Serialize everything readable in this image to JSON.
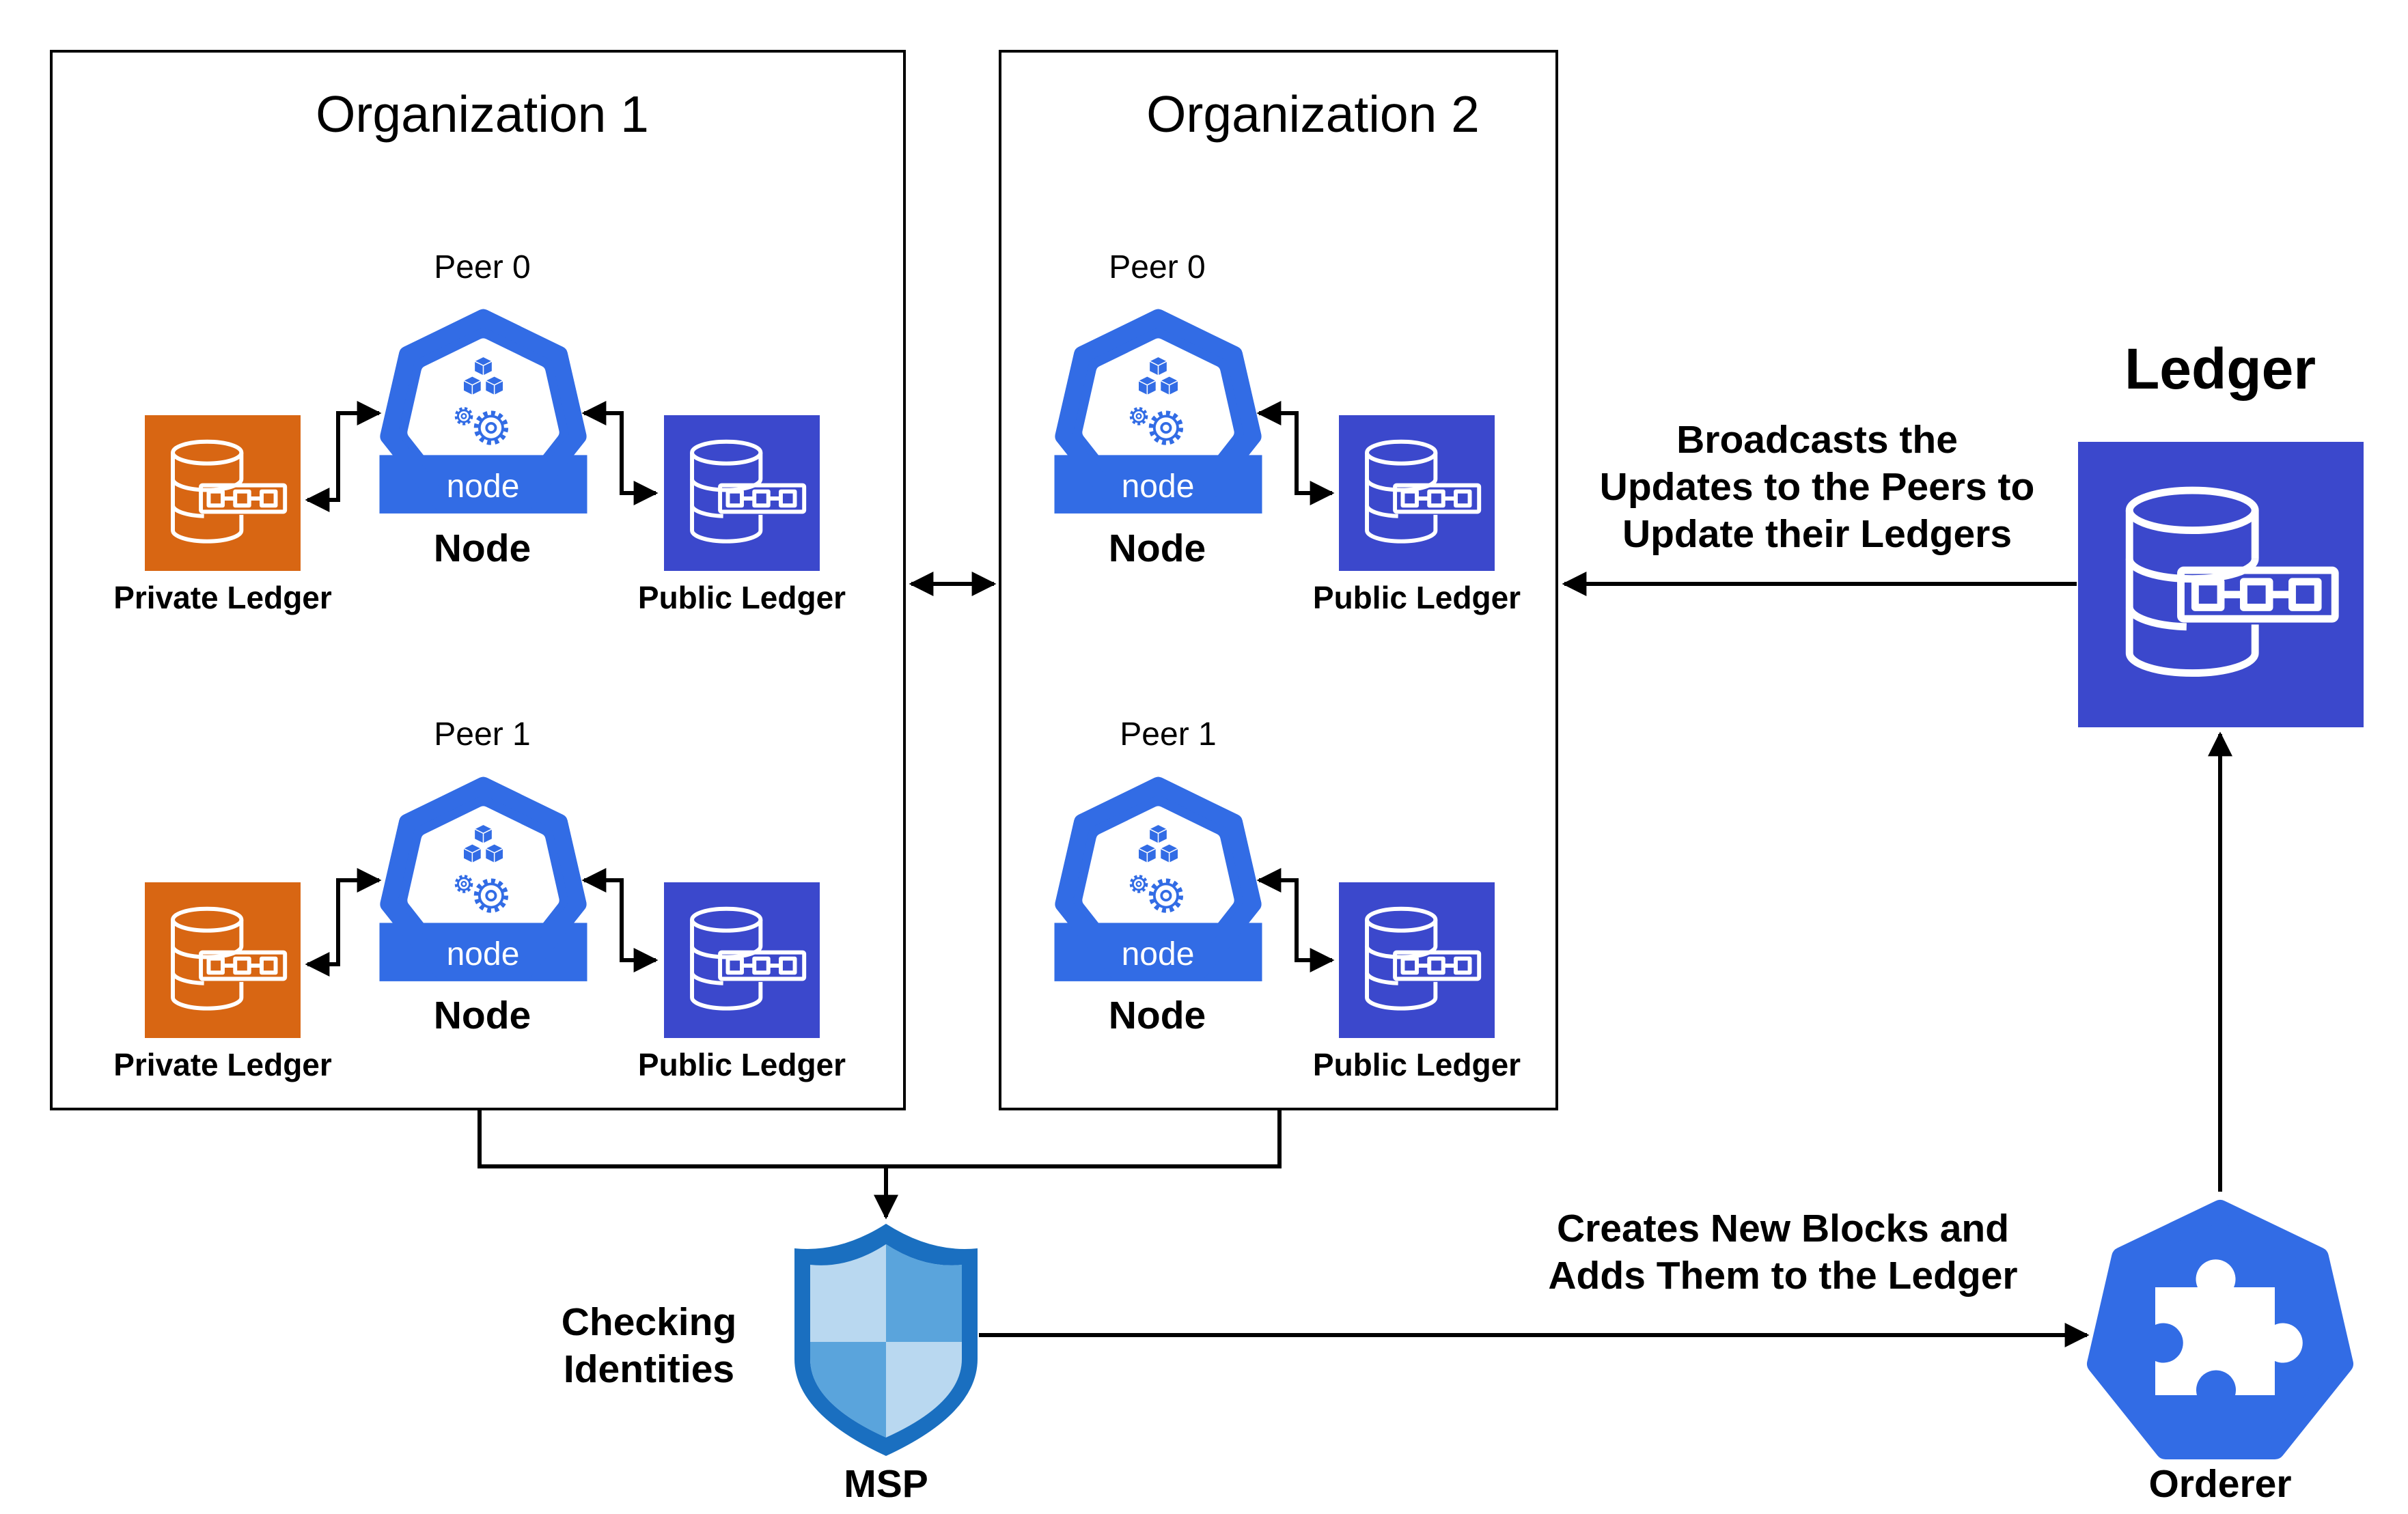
{
  "organizations": [
    {
      "title": "Organization 1",
      "peers": [
        {
          "label": "Peer 0",
          "node_label": "Node",
          "icon_text": "node",
          "private_ledger_label": "Private Ledger",
          "public_ledger_label": "Public Ledger"
        },
        {
          "label": "Peer 1",
          "node_label": "Node",
          "icon_text": "node",
          "private_ledger_label": "Private Ledger",
          "public_ledger_label": "Public Ledger"
        }
      ]
    },
    {
      "title": "Organization 2",
      "peers": [
        {
          "label": "Peer 0",
          "node_label": "Node",
          "icon_text": "node",
          "public_ledger_label": "Public Ledger"
        },
        {
          "label": "Peer 1",
          "node_label": "Node",
          "icon_text": "node",
          "public_ledger_label": "Public Ledger"
        }
      ]
    }
  ],
  "ledger": {
    "title": "Ledger"
  },
  "broadcast_message": [
    "Broadcasts the",
    "Updates to the Peers to",
    "Update their Ledgers"
  ],
  "create_message": [
    "Creates New Blocks and",
    "Adds Them to the Ledger"
  ],
  "msp": {
    "label": "MSP",
    "caption": [
      "Checking",
      "Identities"
    ]
  },
  "orderer": {
    "label": "Orderer"
  },
  "colors": {
    "private_ledger": "#d86613",
    "public_ledger": "#3b48cc",
    "node_blue": "#326ce5",
    "shield_dark": "#1a6fc0",
    "shield_light": "#b9d8f0",
    "shield_mid": "#5aa4dc",
    "line": "#000000"
  },
  "icons": {
    "node": "kubernetes-node-icon",
    "ledger": "database-chain-icon",
    "msp": "shield-icon",
    "orderer": "puzzle-piece-icon"
  }
}
